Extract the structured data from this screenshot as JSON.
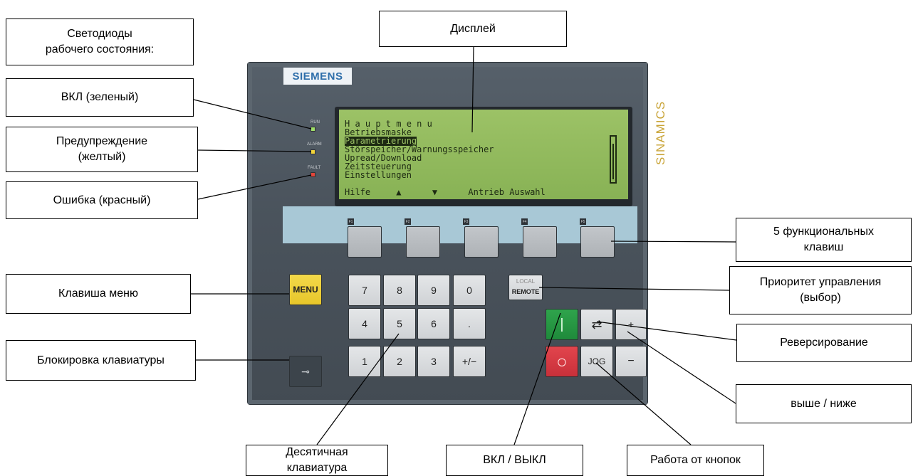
{
  "callouts": {
    "leds_header": "Светодиоды\nрабочего состояния:",
    "display": "Дисплей",
    "led_on": "ВКЛ (зеленый)",
    "led_warning": "Предупреждение\n(желтый)",
    "led_error": "Ошибка (красный)",
    "function_keys": "5 функциональных\nклавиш",
    "menu_key": "Клавиша меню",
    "control_priority": "Приоритет управления\n(выбор)",
    "reversing": "Реверсирование",
    "keyboard_lock": "Блокировка клавиатуры",
    "up_down": "выше / ниже",
    "numeric_keypad": "Десятичная\nклавиатура",
    "on_off": "ВКЛ / ВЫКЛ",
    "jog": "Работа от кнопок"
  },
  "panel": {
    "brand_logo": "SIEMENS",
    "product_name": "SINAMICS",
    "led_labels": {
      "run": "RUN",
      "alarm": "ALARM",
      "fault": "FAULT"
    },
    "led_colors": {
      "run": "#9fe06a",
      "alarm": "#f2d43a",
      "fault": "#e2453a"
    }
  },
  "display": {
    "lines": [
      "H a u p t m e n u",
      "Betriebsmaske",
      "Parametrierung",
      "Störspeicher/Warnungsspeicher",
      "Upread/Download",
      "Zeitsteuerung",
      "Einstellungen"
    ],
    "selected_index": 2,
    "softkeys_line": "Hilfe     ▲      ▼      Antrieb Auswahl"
  },
  "function_keys": [
    "F1",
    "F2",
    "F3",
    "F4",
    "F5"
  ],
  "keys": {
    "menu": "MENU",
    "local": "LOCAL",
    "remote": "REMOTE",
    "jog": "JOG",
    "row1": [
      "7",
      "8",
      "9",
      "0"
    ],
    "row2": [
      "4",
      "5",
      "6",
      "."
    ],
    "row3": [
      "1",
      "2",
      "3",
      "+/−"
    ],
    "on_symbol": "|",
    "off_symbol": "○",
    "reverse_symbol": "⇄",
    "lock_symbol": "⊸",
    "up_symbol": "+",
    "down_symbol": "−"
  }
}
